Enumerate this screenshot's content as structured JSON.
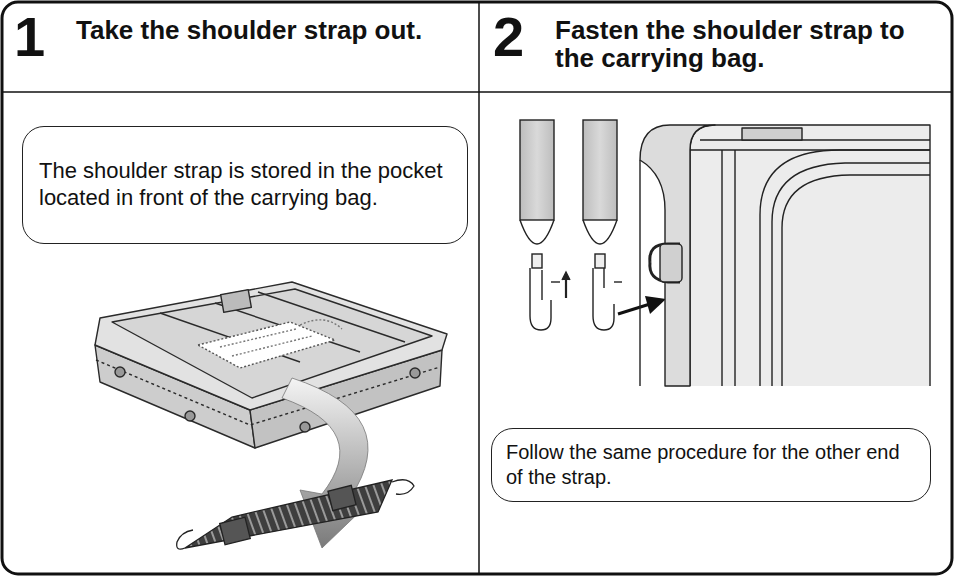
{
  "diagram": {
    "nodes": [
      {
        "text": [
          "1",
          "Take the shoulder strap out."
        ]
      },
      {
        "text": [
          "The shoulder strap is stored in the pocket located in front of the carrying bag."
        ],
        "in": 0
      },
      {
        "text": [
          "2",
          "Fasten the shoulder strap to the carrying bag."
        ]
      },
      {
        "text": [
          "Follow the same procedure for the other end of the strap."
        ],
        "in": 2
      }
    ]
  }
}
